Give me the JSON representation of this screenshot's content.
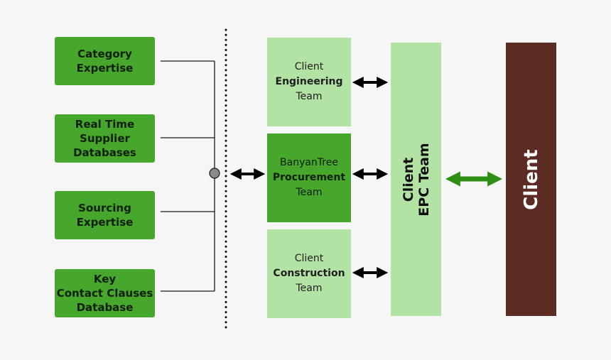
{
  "sources": [
    {
      "label": "Category\nExpertise"
    },
    {
      "label": "Real Time\nSupplier\nDatabases"
    },
    {
      "label": "Sourcing\nExpertise"
    },
    {
      "label": "Key\nContact Clauses\nDatabase"
    }
  ],
  "teams": [
    {
      "line1": "Client",
      "line2": "Engineering",
      "line3": "Team"
    },
    {
      "line1": "BanyanTree",
      "line2": "Procurement",
      "line3": "Team"
    },
    {
      "line1": "Client",
      "line2": "Construction",
      "line3": "Team"
    }
  ],
  "epc": {
    "label": "Client\nEPC Team"
  },
  "client": {
    "label": "Client"
  },
  "colors": {
    "dark_green": "#47a62c",
    "light_green": "#b3e2a5",
    "arrow_green": "#2e8f14",
    "client_brown": "#5c2c23",
    "background": "#f6f6f6"
  }
}
